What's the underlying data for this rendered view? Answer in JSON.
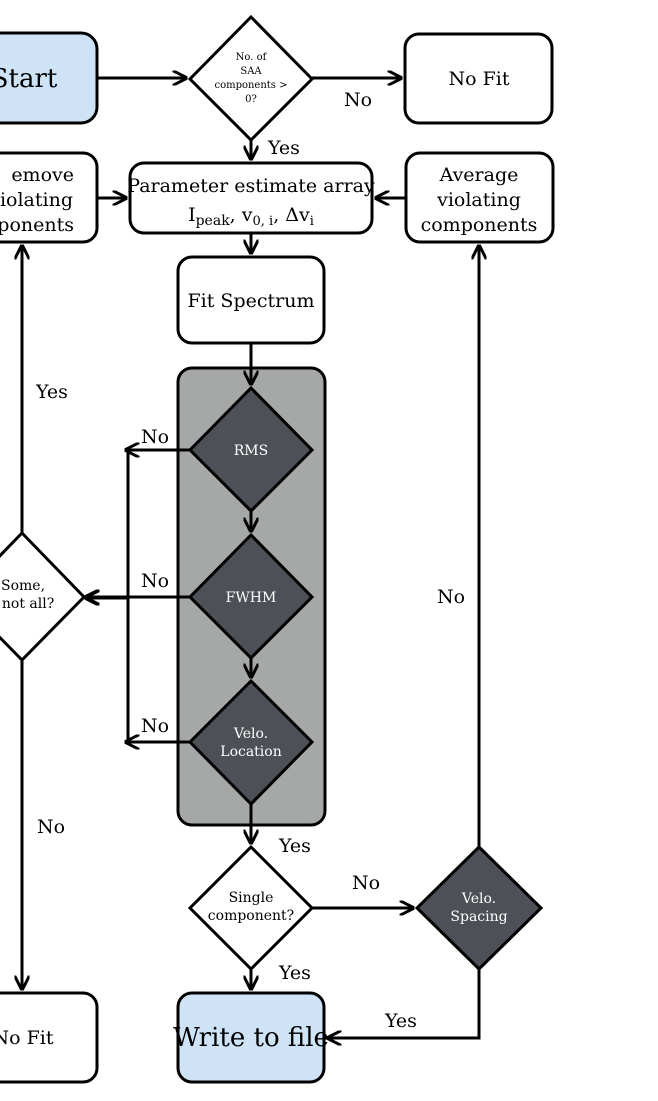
{
  "nodes": {
    "start": "Start",
    "saa_check_line1": "No. of",
    "saa_check_line2": "SAA",
    "saa_check_line3": "components >",
    "saa_check_line4": "0?",
    "no_fit_top": "No Fit",
    "remove_line1": "emove",
    "remove_line2": "iolating",
    "remove_line3": "mponents",
    "param_line1": "Parameter estimate array",
    "param_line2": "I",
    "param_line2_sub": "peak",
    "param_line2_rest": ", v",
    "param_line2_sub2": "0, i",
    "param_line2_rest2": ", Δv",
    "param_line2_sub3": "i",
    "average_line1": "Average",
    "average_line2": "violating",
    "average_line3": "components",
    "fit_spectrum": "Fit Spectrum",
    "rms": "RMS",
    "fwhm": "FWHM",
    "velo_loc_line1": "Velo.",
    "velo_loc_line2": "Location",
    "some_line1": "Some,",
    "some_line2": "t not all?",
    "single_line1": "Single",
    "single_line2": "component?",
    "velo_spacing_line1": "Velo.",
    "velo_spacing_line2": "Spacing",
    "no_fit_bottom": "No Fit",
    "write": "Write to file"
  },
  "edge_labels": {
    "saa_no": "No",
    "saa_yes": "Yes",
    "left_yes": "Yes",
    "left_no": "No",
    "rms_no": "No",
    "fwhm_no": "No",
    "velo_loc_no": "No",
    "velo_loc_yes": "Yes",
    "single_no": "No",
    "single_yes": "Yes",
    "spacing_yes": "Yes",
    "right_no": "No"
  },
  "colors": {
    "start_fill": "#cfe3f7",
    "write_fill": "#cfe3f7",
    "panel_fill": "#a6a8a7",
    "dark_diamond": "#4d5056",
    "white": "#ffffff"
  }
}
